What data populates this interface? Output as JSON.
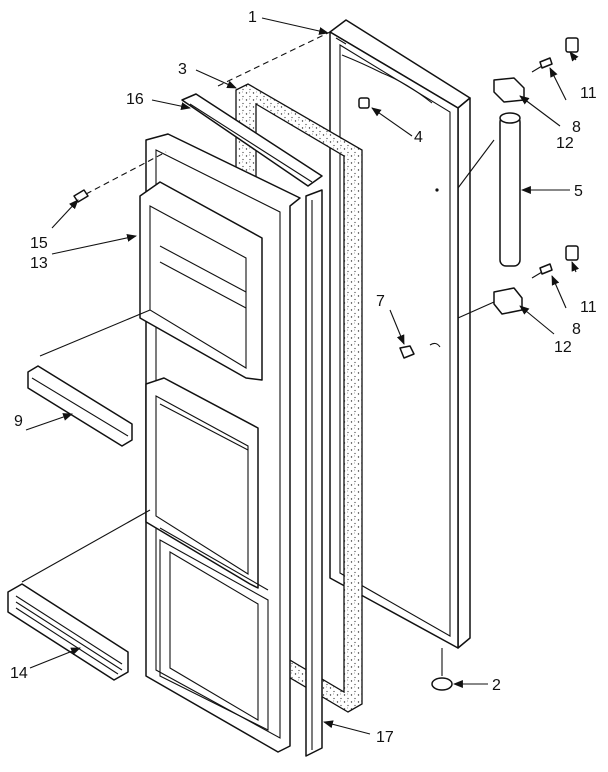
{
  "diagram": {
    "callouts": [
      {
        "id": "c1",
        "text": "1"
      },
      {
        "id": "c2",
        "text": "2"
      },
      {
        "id": "c3",
        "text": "3"
      },
      {
        "id": "c4",
        "text": "4"
      },
      {
        "id": "c5",
        "text": "5"
      },
      {
        "id": "c7",
        "text": "7"
      },
      {
        "id": "c8a",
        "text": "8"
      },
      {
        "id": "c8b",
        "text": "8"
      },
      {
        "id": "c9",
        "text": "9"
      },
      {
        "id": "c11a",
        "text": "11"
      },
      {
        "id": "c11b",
        "text": "11"
      },
      {
        "id": "c12a",
        "text": "12"
      },
      {
        "id": "c12b",
        "text": "12"
      },
      {
        "id": "c13",
        "text": "13"
      },
      {
        "id": "c14",
        "text": "14"
      },
      {
        "id": "c15",
        "text": "15"
      },
      {
        "id": "c16",
        "text": "16"
      },
      {
        "id": "c17",
        "text": "17"
      }
    ]
  }
}
